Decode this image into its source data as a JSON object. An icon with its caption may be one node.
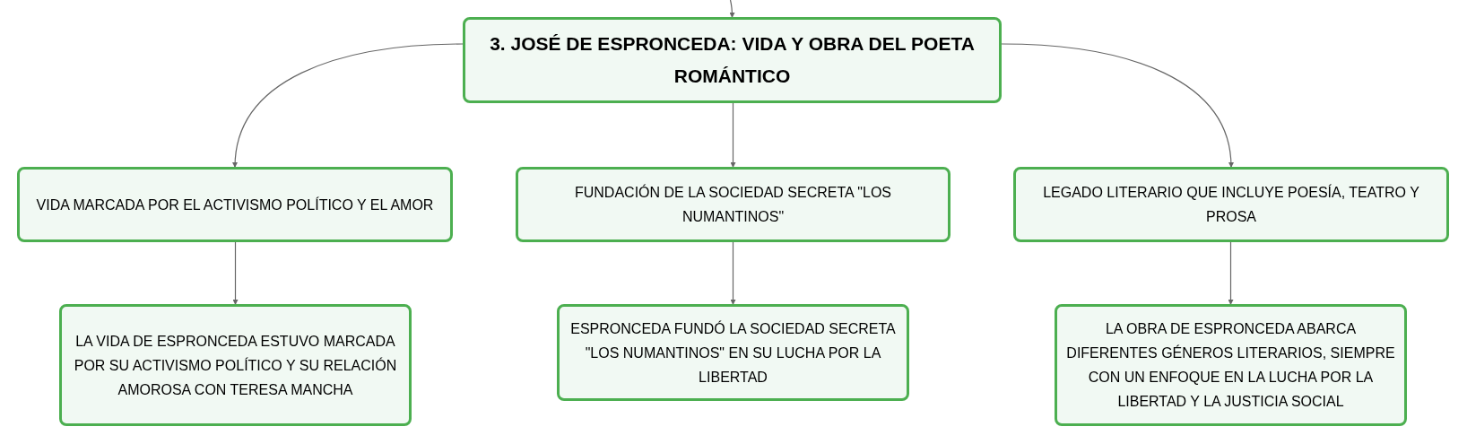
{
  "diagram": {
    "nodes": [
      {
        "text": [
          "3. JOSÉ DE ESPRONCEDA: VIDA Y OBRA DEL POETA ROMÁNTICO"
        ]
      },
      {
        "text": [
          "VIDA MARCADA POR EL ACTIVISMO POLÍTICO Y EL AMOR"
        ]
      },
      {
        "text": [
          "FUNDACIÓN DE LA SOCIEDAD SECRETA \"LOS NUMANTINOS\""
        ]
      },
      {
        "text": [
          "LEGADO LITERARIO QUE INCLUYE POESÍA, TEATRO Y PROSA"
        ]
      },
      {
        "text": [
          "LA VIDA DE ESPRONCEDA ESTUVO MARCADA POR SU ACTIVISMO POLÍTICO Y SU RELACIÓN AMOROSA CON TERESA MANCHA"
        ]
      },
      {
        "text": [
          "ESPRONCEDA FUNDÓ LA SOCIEDAD SECRETA \"LOS NUMANTINOS\" EN SU LUCHA POR LA LIBERTAD"
        ]
      },
      {
        "text": [
          "LA OBRA DE ESPRONCEDA ABARCA DIFERENTES GÉNEROS LITERARIOS, SIEMPRE CON UN ENFOQUE EN LA LUCHA POR LA LIBERTAD Y LA JUSTICIA SOCIAL"
        ]
      }
    ],
    "edges": [
      {
        "from": null,
        "to": 0,
        "arrow": "to"
      },
      {
        "from": 0,
        "to": 1,
        "arrow": "to"
      },
      {
        "from": 0,
        "to": 2,
        "arrow": "to"
      },
      {
        "from": 0,
        "to": 3,
        "arrow": "to"
      },
      {
        "from": 1,
        "to": 4,
        "arrow": "to"
      },
      {
        "from": 2,
        "to": 5,
        "arrow": "to"
      },
      {
        "from": 3,
        "to": 6,
        "arrow": "to"
      }
    ]
  }
}
